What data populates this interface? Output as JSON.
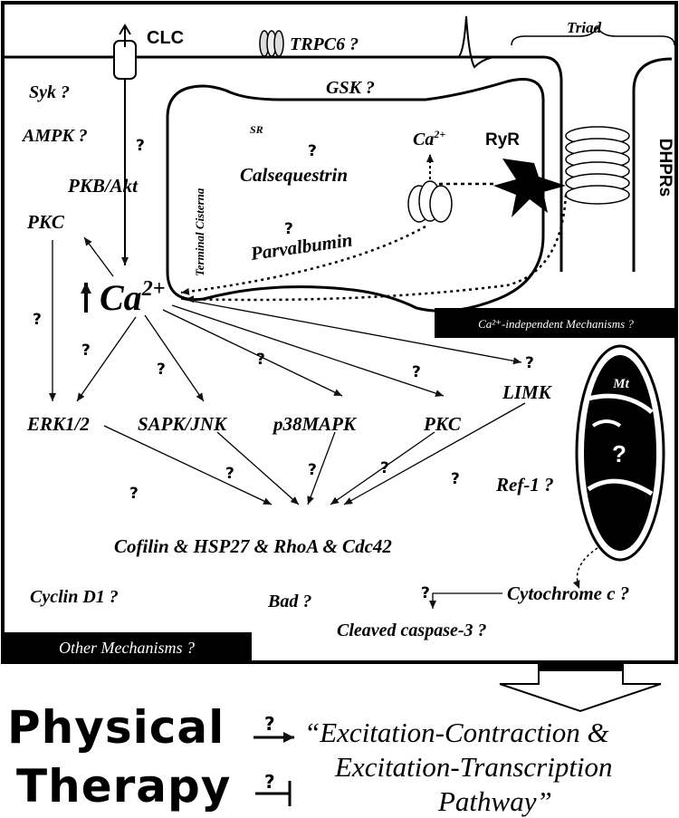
{
  "top": {
    "clc": "CLC",
    "trpc6": "TRPC6 ?",
    "triad": "Triad",
    "syk": "Syk ?",
    "gsk": "GSK ?",
    "ampk": "AMPK ?",
    "pkb_akt": "PKB/Akt",
    "pkc_upper": "PKC",
    "ryr": "RyR",
    "dhprs": "DHPRs",
    "sr": "SR",
    "terminal_cisterna": "Terminal Cisterna",
    "calsequestrin": "Calsequestrin",
    "parvalbumin": "Parvalbumin",
    "ca_sr": "Ca",
    "ca_sr_sup": "2+",
    "ca_main": "Ca",
    "ca_main_sup": "2+",
    "ca_independent": "Ca²⁺-independent Mechanisms ?",
    "q": "?"
  },
  "kinases": {
    "erk": "ERK1/2",
    "sapk": "SAPK/JNK",
    "p38": "p38MAPK",
    "pkc": "PKC",
    "limk": "LIMK"
  },
  "mito": {
    "label": "Mt",
    "q": "?",
    "ref1": "Ref-1 ?"
  },
  "targets": {
    "cofilin": "Cofilin & HSP27 & RhoA & Cdc42",
    "cyclin": "Cyclin D1 ?",
    "bad": "Bad ?",
    "cytochrome": "Cytochrome c ?",
    "caspase": "Cleaved caspase-3 ?",
    "other": "Other Mechanisms ?"
  },
  "bottom": {
    "physical": "Physical",
    "therapy": "Therapy",
    "q": "?",
    "line1": "“Excitation-Contraction &",
    "line2": "Excitation-Transcription",
    "line3": "Pathway”"
  }
}
